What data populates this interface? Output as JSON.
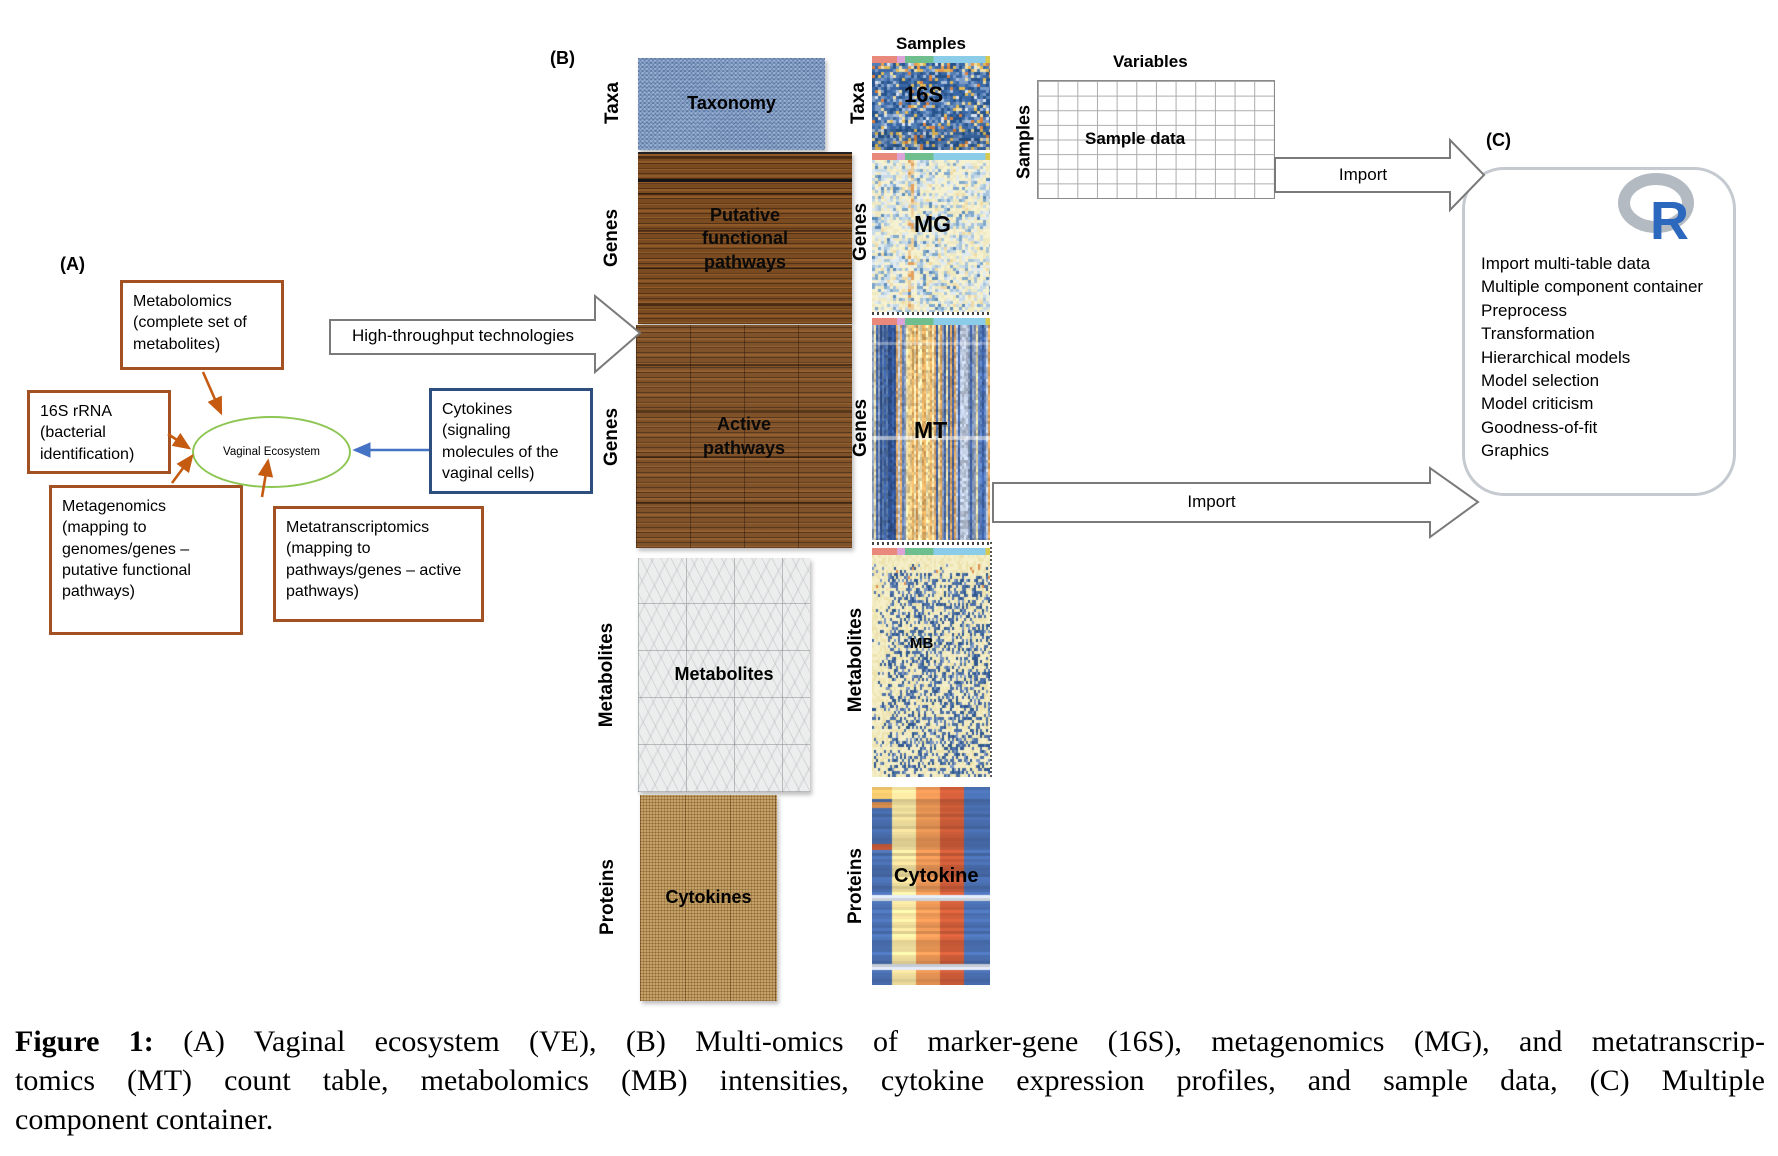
{
  "panelA": {
    "label": "(A)",
    "ellipse_label": "Vaginal Ecosystem",
    "boxes": {
      "metabolomics": "Metabolomics (complete set of metabolites)",
      "rrna": "16S rRNA (bacterial identification)",
      "metagenomics": "Metagenomics (mapping to genomes/genes – putative functional pathways)",
      "metatranscriptomics": "Metatranscriptomics (mapping to pathways/genes – active pathways)",
      "cytokines": "Cytokines (signaling molecules of the vaginal cells)"
    },
    "arrow_label": "High-throughput technologies"
  },
  "panelB": {
    "label": "(B)",
    "samples_header": "Samples",
    "blocks": [
      {
        "row_label": "Taxa",
        "block_label": "Taxonomy",
        "heat_row_label": "Taxa",
        "heat_label": "16S"
      },
      {
        "row_label": "Genes",
        "block_label": "Putative functional pathways",
        "heat_row_label": "Genes",
        "heat_label": "MG"
      },
      {
        "row_label": "Genes",
        "block_label": "Active pathways",
        "heat_row_label": "Genes",
        "heat_label": "MT"
      },
      {
        "row_label": "Metabolites",
        "block_label": "Metabolites",
        "heat_row_label": "Metabolites",
        "heat_label": "MB"
      },
      {
        "row_label": "Proteins",
        "block_label": "Cytokines",
        "heat_row_label": "Proteins",
        "heat_label": "Cytokine"
      }
    ],
    "sample_table": {
      "top_label": "Variables",
      "left_label": "Samples",
      "center_label": "Sample data"
    }
  },
  "arrows": {
    "import_top": "Import",
    "import_bottom": "Import"
  },
  "panelC": {
    "label": "(C)",
    "r_logo_letter": "R",
    "items": [
      "Import multi-table data",
      "Multiple component container",
      "Preprocess",
      "Transformation",
      "Hierarchical models",
      "Model selection",
      "Model criticism",
      "Goodness-of-fit",
      "Graphics"
    ]
  },
  "caption": {
    "prefix": "Figure 1:",
    "line1_rest": " (A) Vaginal ecosystem (VE), (B) Multi-omics of marker-gene (16S), metagenomics (MG), and metatranscrip-",
    "line2": "tomics (MT) count table, metabolomics (MB) intensities, cytokine expression profiles, and sample data, (C) Multiple",
    "line3": "component container."
  },
  "colors": {
    "box_border_brown": "#A35122",
    "box_border_navy": "#2E4E7E",
    "ellipse_green": "#8DC653",
    "arrow_orange": "#C55A11",
    "arrow_blue": "#4472C4",
    "r_logo_blue": "#2C68BE",
    "r_logo_ring": "#B3BAC2",
    "heatmap_16s_main": "#3A68A6",
    "heatmap_mg_main": "#F6F1D0",
    "heatmap_mt_warm": "#F2E2B0",
    "heatmap_mb_main": "#F5EFC9",
    "heatmap_cytokine_bands": [
      "#4A6FB0",
      "#F0DF9E",
      "#E69455",
      "#CC5C39",
      "#4A6FB0"
    ]
  }
}
